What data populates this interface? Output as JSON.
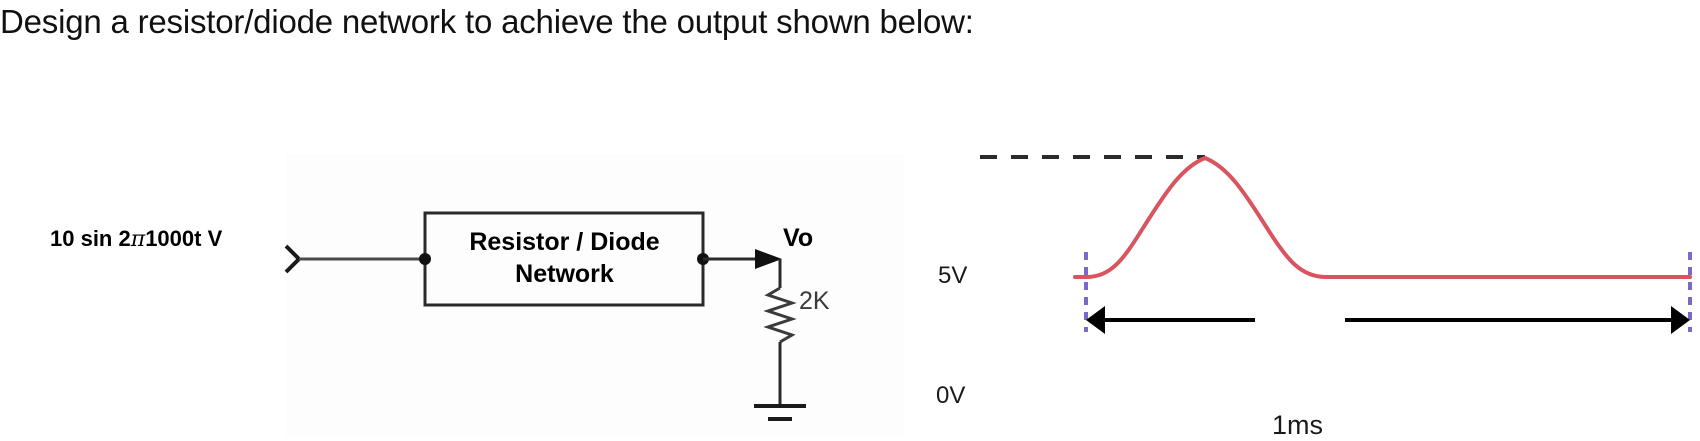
{
  "page": {
    "title": "Design a resistor/diode network to achieve the output shown below:"
  },
  "circuit": {
    "source_label_prefix": "10 sin 2",
    "source_label_pi": "π",
    "source_label_suffix": "1000t V",
    "source_connector": ">",
    "block_line1": "Resistor / Diode",
    "block_line2": "Network",
    "output_label": "Vo",
    "resistor_label": "2K",
    "ground": "ground-symbol"
  },
  "waveform": {
    "label_5v": "5V",
    "label_0v": "0V",
    "label_period": "1ms",
    "trace_color": "#d9545e",
    "marker_color": "#7b68c8",
    "dash_color": "#2b2b2b",
    "arrow_color": "#000000"
  },
  "chart_data": {
    "type": "line",
    "title": "",
    "xlabel": "",
    "ylabel": "",
    "xlim": [
      0,
      2
    ],
    "ylim": [
      0,
      5
    ],
    "x_unit": "ms",
    "y_unit": "V",
    "tick_labels_y": [
      "0V",
      "5V"
    ],
    "annotations": [
      "1ms"
    ],
    "grid": false,
    "legend": null,
    "series": [
      {
        "name": "Vo",
        "description": "Half-wave rectified / clipped sine: rises sinusoidally from 0V to 5V peak, falls back to 0V at 1ms, then stays at 0V",
        "x": [
          0.0,
          0.1,
          0.2,
          0.3,
          0.4,
          0.5,
          0.6,
          0.7,
          0.8,
          0.9,
          1.0,
          1.2,
          1.4,
          1.6,
          1.8,
          2.0
        ],
        "y": [
          0.0,
          1.55,
          2.94,
          4.05,
          4.76,
          5.0,
          4.76,
          4.05,
          2.94,
          1.55,
          0.0,
          0.0,
          0.0,
          0.0,
          0.0,
          0.0
        ]
      }
    ],
    "reference_lines": [
      {
        "name": "5V level",
        "value": 5,
        "style": "dashed",
        "orientation": "horizontal"
      },
      {
        "name": "t=0 marker",
        "value": 0,
        "style": "dashed",
        "orientation": "vertical"
      },
      {
        "name": "t=1ms-end marker",
        "value": 2,
        "style": "dashed",
        "orientation": "vertical"
      }
    ]
  }
}
